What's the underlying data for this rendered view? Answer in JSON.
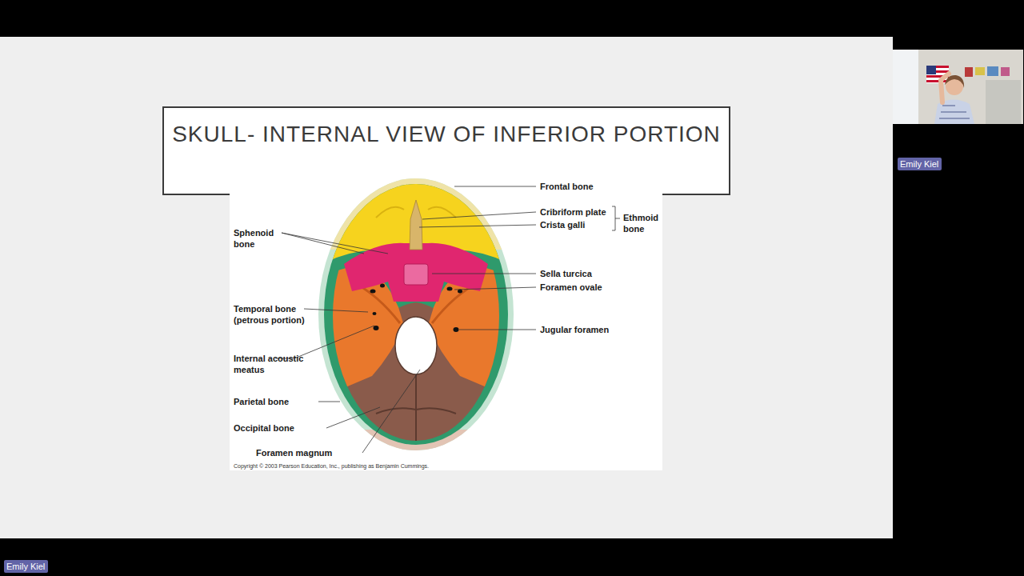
{
  "diagram": {
    "title": "SKULL- INTERNAL VIEW OF INFERIOR PORTION",
    "nodes": [
      {
        "text": [
          "Emily Kiel"
        ]
      },
      {
        "text": [
          "Emily Kiel"
        ]
      }
    ],
    "labels": [
      "Frontal bone",
      "Cribriform plate",
      "Crista galli",
      "Ethmoid bone",
      "Sphenoid bone",
      "Sella turcica",
      "Foramen ovale",
      "Temporal bone (petrous portion)",
      "Jugular foramen",
      "Internal acoustic meatus",
      "Parietal bone",
      "Occipital bone",
      "Foramen magnum",
      "Copyright © 2003 Pearson Education, Inc., publishing as Benjamin Cummings."
    ]
  }
}
